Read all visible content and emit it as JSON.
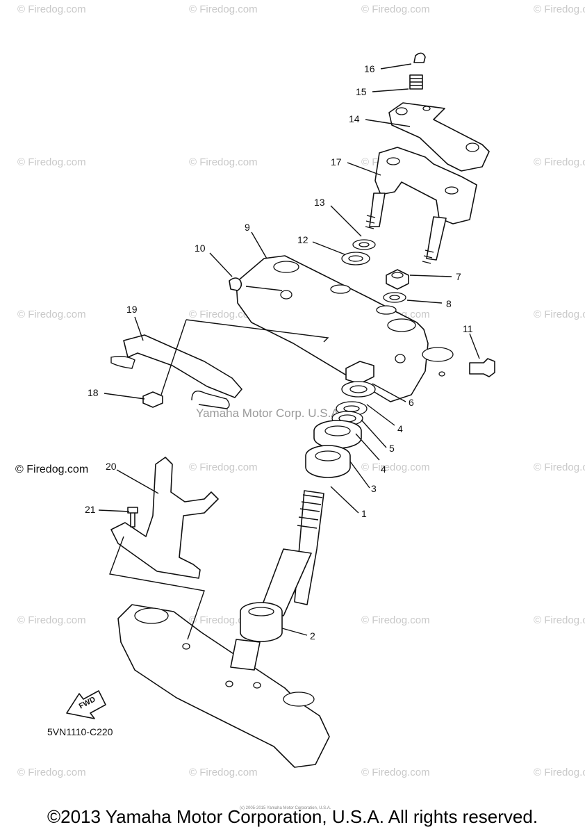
{
  "watermark": {
    "text": "© Firedog.com",
    "corner_label": "© Firedog.com",
    "center_text": "Yamaha Motor Corp. U.S.A."
  },
  "callouts": [
    "1",
    "2",
    "3",
    "4",
    "4",
    "5",
    "6",
    "7",
    "8",
    "9",
    "10",
    "11",
    "12",
    "13",
    "14",
    "15",
    "16",
    "17",
    "18",
    "19",
    "20",
    "21"
  ],
  "diagram_code": "5VN1110-C220",
  "fwd_label": "FWD",
  "footer": {
    "copyright": "©2013 Yamaha Motor Corporation, U.S.A. All rights reserved.",
    "tiny_note": "(c) 2005-2015 Yamaha Motor Corporation, U.S.A."
  }
}
